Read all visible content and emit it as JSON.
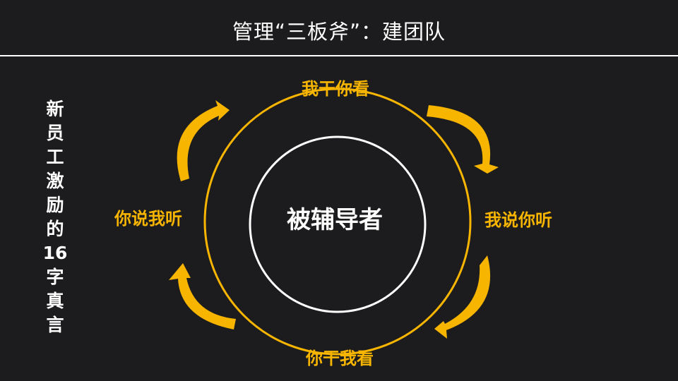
{
  "slide": {
    "title": "管理“三板斧”：建团队",
    "side_caption_chars": [
      "新",
      "员",
      "工",
      "激",
      "励",
      "的",
      "16",
      "字",
      "真",
      "言"
    ]
  },
  "diagram": {
    "center": "被辅导者",
    "top": "我干你看",
    "right": "我说你听",
    "bottom": "你干我看",
    "left": "你说我听"
  },
  "colors": {
    "background": "#1c1c1e",
    "accent": "#f7b500",
    "text": "#ffffff"
  }
}
